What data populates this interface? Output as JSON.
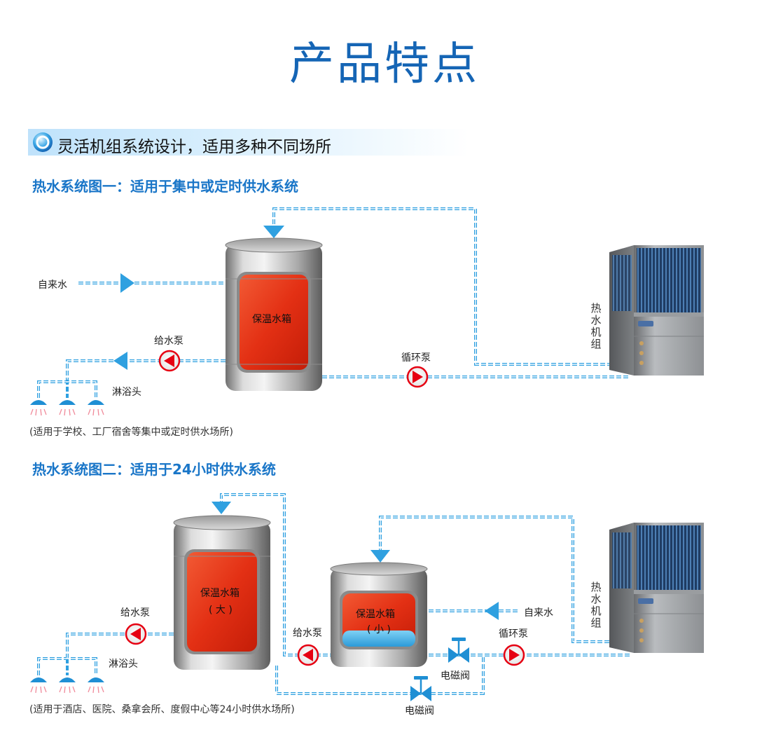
{
  "page": {
    "title": "产品特点"
  },
  "banner": {
    "text": "灵活机组系统设计，适用多种不同场所"
  },
  "system1": {
    "title": "热水系统图一：适用于集中或定时供水系统",
    "tap_water": "自来水",
    "tank": "保温水箱",
    "supply_pump": "给水泵",
    "circ_pump": "循环泵",
    "shower": "淋浴头",
    "unit": "热水机组",
    "note": "(适用于学校、工厂宿舍等集中或定时供水场所)"
  },
  "system2": {
    "title": "热水系统图二：适用于24小时供水系统",
    "big_tank": "保温水箱",
    "big_tank_sub": "( 大 )",
    "small_tank": "保温水箱",
    "small_tank_sub": "( 小 )",
    "supply_pump_left": "给水泵",
    "supply_pump_mid": "给水泵",
    "circ_pump": "循环泵",
    "tap_water": "自来水",
    "shower": "淋浴头",
    "valve_top": "电磁阀",
    "valve_bottom": "电磁阀",
    "unit": "热水机组",
    "note": "(适用于酒店、医院、桑拿会所、度假中心等24小时供水场所)"
  },
  "colors": {
    "title": "#1565b5",
    "section": "#1a76c8",
    "pipe": "#2fa0e0",
    "pump": "#e60012",
    "tank_fill": "#e33014"
  }
}
